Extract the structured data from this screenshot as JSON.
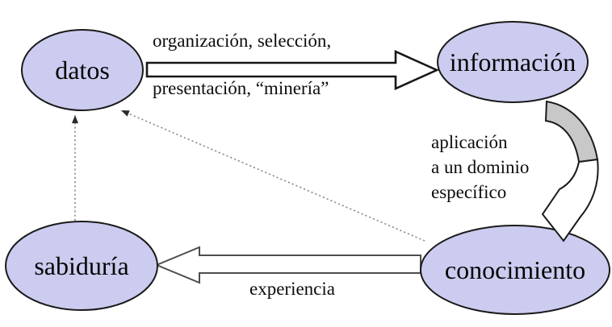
{
  "diagram": {
    "type": "flow-diagram",
    "background": "#ffffff",
    "nodes": [
      {
        "id": "datos",
        "label": "datos"
      },
      {
        "id": "informacion",
        "label": "información"
      },
      {
        "id": "conocimiento",
        "label": "conocimiento"
      },
      {
        "id": "sabiduria",
        "label": "sabiduría"
      }
    ],
    "edges": [
      {
        "from": "datos",
        "to": "informacion",
        "style": "hollow-block-arrow",
        "label_line1": "organización, selección,",
        "label_line2": "presentación, “minería”"
      },
      {
        "from": "informacion",
        "to": "conocimiento",
        "style": "curved-ribbon-arrow",
        "label_line1": "aplicación",
        "label_line2": "a un dominio",
        "label_line3": "específico"
      },
      {
        "from": "conocimiento",
        "to": "sabiduria",
        "style": "hollow-block-arrow",
        "label": "experiencia"
      },
      {
        "from": "sabiduria",
        "to": "datos",
        "style": "dotted-arrow"
      },
      {
        "from": "conocimiento",
        "to": "datos",
        "style": "dotted-arrow"
      }
    ],
    "colors": {
      "node_fill": "#ccccf0",
      "node_stroke": "#1a1a1a",
      "ribbon_gray": "#c8c8c8",
      "arrow_fill": "#ffffff",
      "dotted_line": "#8c8c8c"
    }
  }
}
